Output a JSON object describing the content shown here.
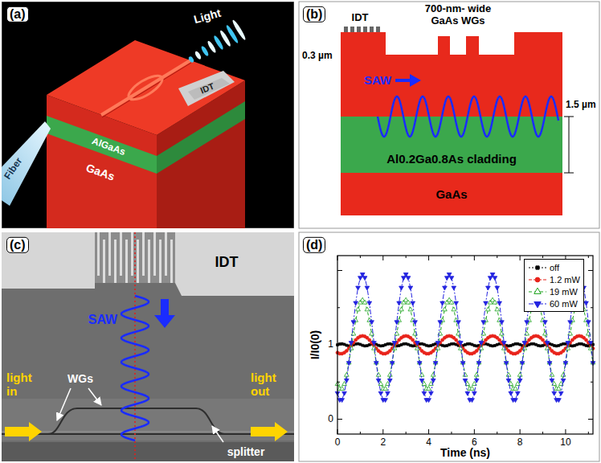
{
  "diagram": {
    "nodes": [
      {
        "text": [
          "Al0.2Ga0.8As cladding"
        ]
      },
      {
        "text": [
          "GaAs"
        ]
      }
    ],
    "labels": [
      "(a)",
      "Light",
      "Fiber",
      "IDT",
      "AlGaAs",
      "GaAs",
      "(b)",
      "IDT",
      "700-nm- wide GaAs WGs",
      "0.3 µm",
      "SAW",
      "1.5 µm",
      "(c)",
      "IDT",
      "SAW",
      "WGs",
      "light in",
      "light out",
      "splitter",
      "(d)",
      "I/I0(0)",
      "Time (ns)",
      "0",
      "2",
      "4",
      "6",
      "8",
      "10",
      "0",
      "1"
    ],
    "legend": [
      {
        "text": "off"
      },
      {
        "text": "1.2 mW"
      },
      {
        "text": "19 mW"
      },
      {
        "text": "60 mW"
      }
    ]
  }
}
